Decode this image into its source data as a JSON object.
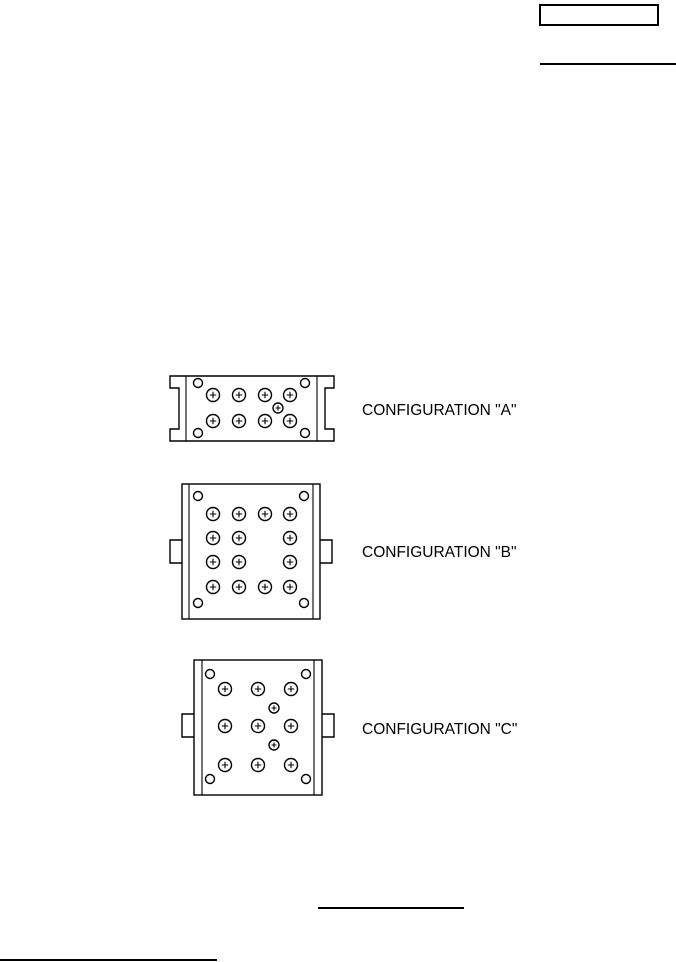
{
  "configurations": [
    {
      "id": "A",
      "label": "CONFIGURATION \"A\""
    },
    {
      "id": "B",
      "label": "CONFIGURATION \"B\""
    },
    {
      "id": "C",
      "label": "CONFIGURATION \"C\""
    }
  ]
}
